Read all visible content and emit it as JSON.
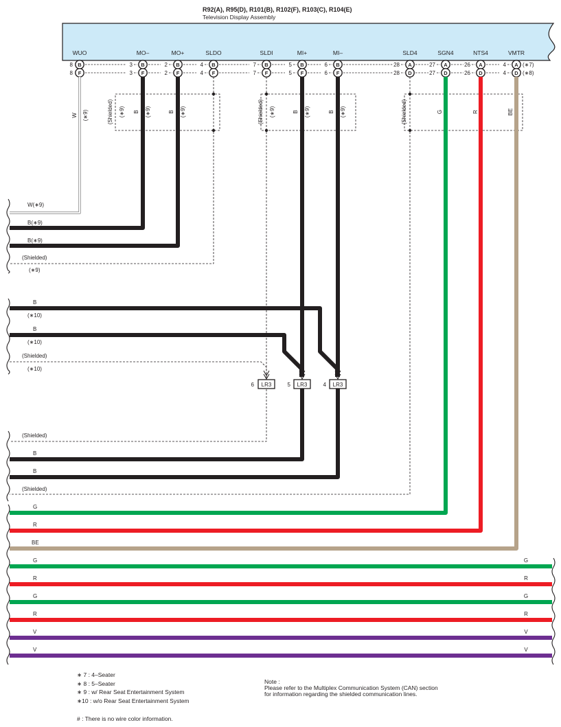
{
  "header": {
    "connectors": "R92(A), R95(D), R101(B), R102(F), R103(C), R104(E)",
    "subtitle": "Television Display Assembly"
  },
  "terminals": [
    "WUO",
    "MO–",
    "MO+",
    "SLDO",
    "SLDI",
    "MI+",
    "MI–",
    "SLD4",
    "SGN4",
    "NTS4",
    "VMTR"
  ],
  "pins": {
    "top": [
      {
        "num": "8",
        "conn": "B"
      },
      {
        "num": "3",
        "conn": "B"
      },
      {
        "num": "2",
        "conn": "B"
      },
      {
        "num": "4",
        "conn": "B"
      },
      {
        "num": "7",
        "conn": "B"
      },
      {
        "num": "5",
        "conn": "B"
      },
      {
        "num": "6",
        "conn": "B"
      },
      {
        "num": "28",
        "conn": "A"
      },
      {
        "num": "27",
        "conn": "A"
      },
      {
        "num": "26",
        "conn": "A"
      },
      {
        "num": "4",
        "conn": "A",
        "note": "(∗7)"
      }
    ],
    "bottom": [
      {
        "num": "8",
        "conn": "F"
      },
      {
        "num": "3",
        "conn": "F"
      },
      {
        "num": "2",
        "conn": "F"
      },
      {
        "num": "4",
        "conn": "F"
      },
      {
        "num": "7",
        "conn": "F"
      },
      {
        "num": "5",
        "conn": "F"
      },
      {
        "num": "6",
        "conn": "F"
      },
      {
        "num": "28",
        "conn": "D"
      },
      {
        "num": "27",
        "conn": "D"
      },
      {
        "num": "26",
        "conn": "D"
      },
      {
        "num": "4",
        "conn": "D",
        "note": "(∗8)"
      }
    ]
  },
  "vertical_labels": [
    {
      "text": "W"
    },
    {
      "text": "(∗9)"
    },
    {
      "text": "(Shielded)"
    },
    {
      "text": "(∗9)"
    },
    {
      "text": "B"
    },
    {
      "text": "(∗9)"
    },
    {
      "text": "B"
    },
    {
      "text": "(∗9)"
    },
    {
      "text": "(Shielded)"
    },
    {
      "text": "(∗9)"
    },
    {
      "text": "B"
    },
    {
      "text": "(∗9)"
    },
    {
      "text": "B"
    },
    {
      "text": "(∗9)"
    },
    {
      "text": "(Shielded)"
    },
    {
      "text": "G"
    },
    {
      "text": "R"
    },
    {
      "text": "BE"
    }
  ],
  "harness_labels": [
    {
      "text": "W(∗9)"
    },
    {
      "text": "B(∗9)"
    },
    {
      "text": "B(∗9)"
    },
    {
      "text": "(Shielded)"
    },
    {
      "text": "(∗9)"
    },
    {
      "text": "B"
    },
    {
      "text": "(∗10)"
    },
    {
      "text": "B"
    },
    {
      "text": "(∗10)"
    },
    {
      "text": "(Shielded)"
    },
    {
      "text": "(∗10)"
    },
    {
      "text": "(Shielded)"
    },
    {
      "text": "B"
    },
    {
      "text": "B"
    },
    {
      "text": "(Shielded)"
    },
    {
      "text": "G"
    },
    {
      "text": "R"
    },
    {
      "text": "BE"
    },
    {
      "text": "G"
    },
    {
      "text": "R"
    },
    {
      "text": "G"
    },
    {
      "text": "R"
    },
    {
      "text": "V"
    },
    {
      "text": "V"
    }
  ],
  "right_labels": [
    "G",
    "R",
    "G",
    "R",
    "V",
    "V"
  ],
  "junction": {
    "code": "LR3",
    "pins": [
      "6",
      "5",
      "4"
    ]
  },
  "footnotes": [
    "∗ 7 : 4–Seater",
    "∗ 8 : 5–Seater",
    "∗ 9 : w/ Rear Seat Entertainment System",
    "∗10 : w/o Rear Seat Entertainment System"
  ],
  "hash_note": "# : There is no wire color information.",
  "note": {
    "title": "Note :",
    "line1": "Please refer to the Multiplex Communication System (CAN) section",
    "line2": "for information regarding the shielded communication lines."
  },
  "colors": {
    "black": "#231f20",
    "green": "#00a651",
    "red": "#ed1c24",
    "beige": "#b6a38a",
    "violet": "#6d2f91",
    "white_wire": "#9a9a9a",
    "header_fill": "#cdeaf8"
  }
}
